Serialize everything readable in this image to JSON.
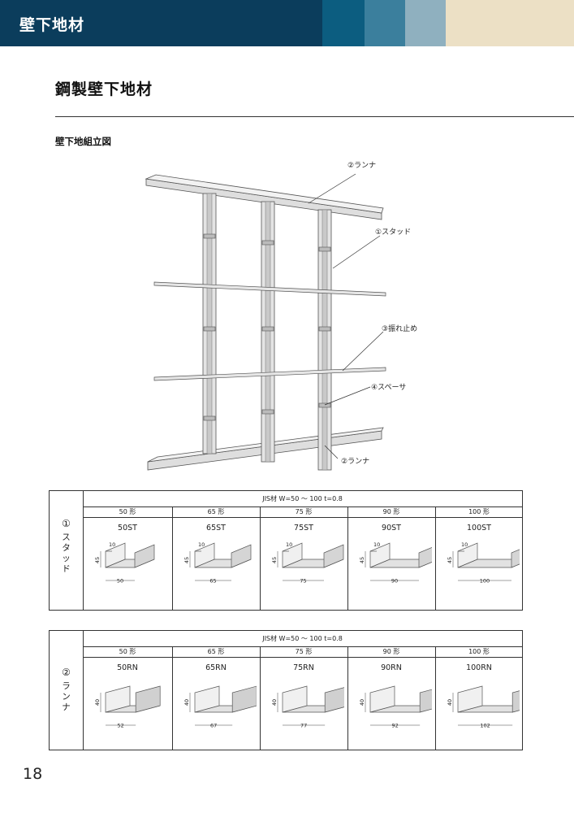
{
  "header": {
    "title": "壁下地材"
  },
  "page": {
    "title": "鋼製壁下地材",
    "section_title": "壁下地組立図",
    "number": "18"
  },
  "assembly": {
    "callouts": {
      "runner_top": "②ランナ",
      "stud": "①スタッド",
      "brace": "③振れ止め",
      "spacer": "④スペーサ",
      "runner_bottom": "②ランナ"
    }
  },
  "stud_table": {
    "num": "①",
    "name": "スタッド",
    "spec": "JIS材 W=50 ～ 100 t=0.8",
    "columns": [
      {
        "header": "50 形",
        "model": "50ST",
        "width": "50",
        "height": "45",
        "lip": "10"
      },
      {
        "header": "65 形",
        "model": "65ST",
        "width": "65",
        "height": "45",
        "lip": "10"
      },
      {
        "header": "75 形",
        "model": "75ST",
        "width": "75",
        "height": "45",
        "lip": "10"
      },
      {
        "header": "90 形",
        "model": "90ST",
        "width": "90",
        "height": "45",
        "lip": "10"
      },
      {
        "header": "100 形",
        "model": "100ST",
        "width": "100",
        "height": "45",
        "lip": "10"
      }
    ]
  },
  "runner_table": {
    "num": "②",
    "name": "ランナ",
    "spec": "JIS材 W=50 ～ 100 t=0.8",
    "columns": [
      {
        "header": "50 形",
        "model": "50RN",
        "width": "52",
        "height": "40"
      },
      {
        "header": "65 形",
        "model": "65RN",
        "width": "67",
        "height": "40"
      },
      {
        "header": "75 形",
        "model": "75RN",
        "width": "77",
        "height": "40"
      },
      {
        "header": "90 形",
        "model": "90RN",
        "width": "92",
        "height": "40"
      },
      {
        "header": "100 形",
        "model": "100RN",
        "width": "102",
        "height": "40"
      }
    ]
  }
}
